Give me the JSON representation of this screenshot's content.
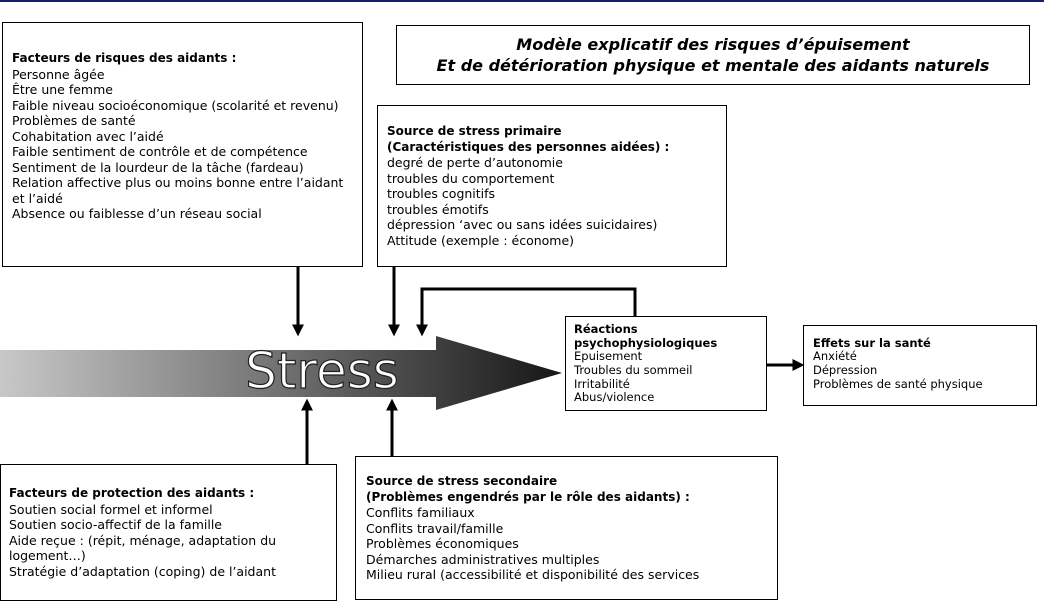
{
  "title": {
    "line1": "Modèle explicatif des risques d’épuisement",
    "line2": "Et de détérioration physique et mentale des aidants naturels"
  },
  "risk_factors": {
    "heading": "Facteurs de risques des aidants  :",
    "items": [
      "Personne âgée",
      "Être une femme",
      "Faible niveau socioéconomique (scolarité et revenu)",
      "Problèmes de santé",
      "Cohabitation avec l’aidé",
      "Faible sentiment de contrôle et de compétence",
      "Sentiment de la lourdeur de la tâche (fardeau)",
      "Relation affective plus ou moins bonne entre l’aidant et l’aidé",
      "Absence ou faiblesse d’un réseau social"
    ]
  },
  "primary_stress": {
    "heading1": "Source de stress primaire",
    "heading2": "(Caractéristiques des personnes aidées)  :",
    "items": [
      "degré de perte d’autonomie",
      "troubles du comportement",
      "troubles cognitifs",
      "troubles émotifs",
      "dépression ‘avec ou sans idées suicidaires)",
      "Attitude (exemple  : économe)"
    ]
  },
  "stress_label": "Stress",
  "reactions": {
    "heading1": "Réactions",
    "heading2": "psychophysiologiques",
    "items": [
      "Epuisement",
      "Troubles du sommeil",
      "Irritabilité",
      "Abus/violence"
    ]
  },
  "health_effects": {
    "heading": "Effets sur la santé",
    "items": [
      "Anxiété",
      "Dépression",
      "Problèmes de santé physique"
    ]
  },
  "protection_factors": {
    "heading": "Facteurs de protection des aidants  :",
    "items": [
      "Soutien social formel et informel",
      "Soutien socio-affectif de la famille",
      "Aide reçue  : (répit, ménage, adaptation du logement…)",
      "Stratégie d’adaptation (coping) de l’aidant"
    ]
  },
  "secondary_stress": {
    "heading1": "Source de stress secondaire",
    "heading2": "(Problèmes engendrés par le rôle des aidants)  :",
    "items": [
      "Conflits familiaux",
      "Conflits travail/famille",
      "Problèmes économiques",
      "Démarches administratives multiples",
      "Milieu rural (accessibilité et disponibilité des services"
    ]
  },
  "colors": {
    "line": "#000000",
    "arrow_dark": "#1a1a1a",
    "arrow_light": "#c8c8c8",
    "top_rule": "#1a1a6e"
  }
}
